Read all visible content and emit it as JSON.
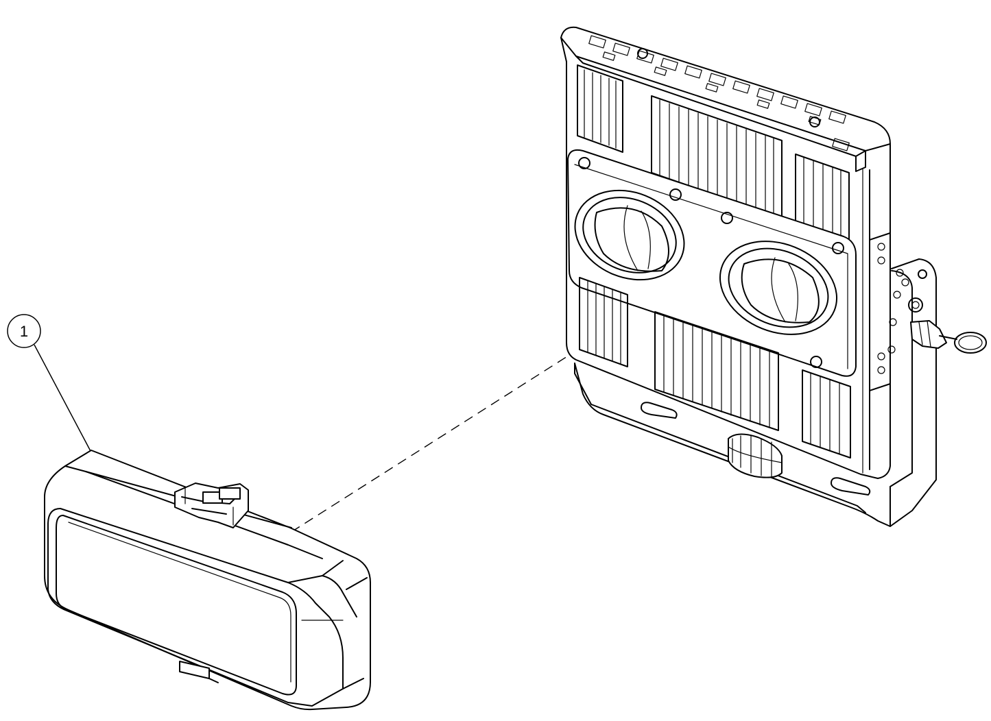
{
  "diagram": {
    "callouts": [
      {
        "label": "1",
        "part": "front-cover"
      }
    ],
    "colors": {
      "line": "#000000",
      "background": "#ffffff"
    },
    "icons": [
      "floodlight-housing",
      "front-cover-module",
      "mounting-bracket",
      "cable-gland"
    ]
  }
}
